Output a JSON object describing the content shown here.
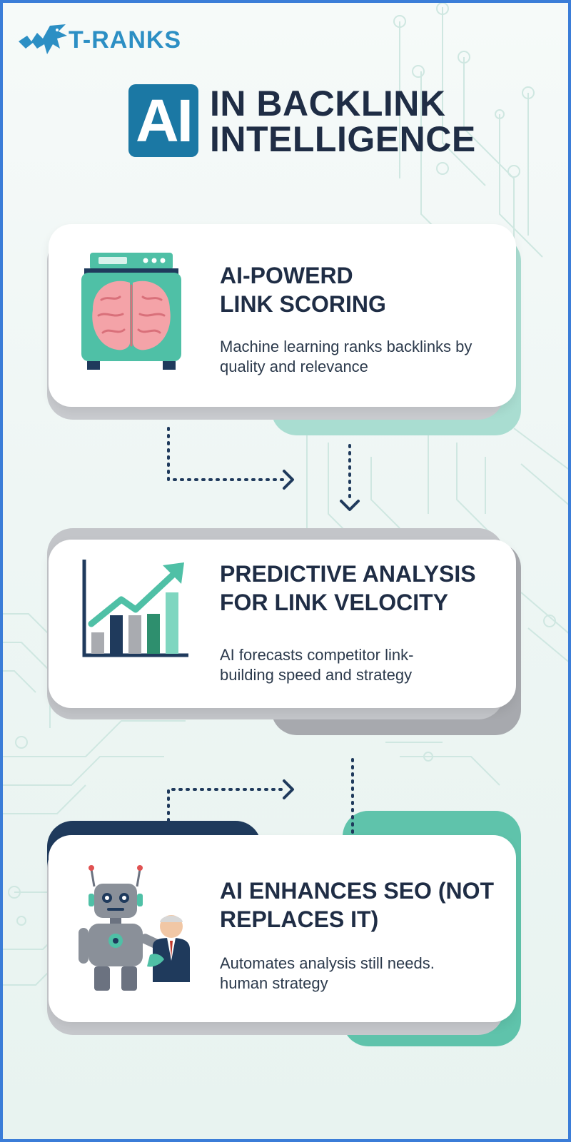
{
  "brand": {
    "name": "T-RANKS"
  },
  "title": {
    "badge": "AI",
    "line1": "IN BACKLINK",
    "line2": "INTELLIGENCE"
  },
  "cards": [
    {
      "title": "AI-POWERD\nLINK SCORING",
      "description": "Machine learning ranks backlinks by\nquality and relevance",
      "icon": "brain-machine-icon"
    },
    {
      "title": "PREDICTIVE ANALYSIS\nFOR LINK VELOCITY",
      "description": "AI forecasts competitor link-\nbuilding speed and strategy",
      "icon": "growth-chart-icon"
    },
    {
      "title": "AI ENHANCES SEO (NOT\nREPLACES IT)",
      "description": "Automates analysis still needs.\nhuman strategy",
      "icon": "robot-handshake-icon"
    }
  ],
  "colors": {
    "teal": "#4fc0a6",
    "mint": "#a7ddd0",
    "navy": "#1f3a5c",
    "gray": "#a9abb0",
    "logo_blue": "#2c8fc4",
    "badge_blue": "#1b78a4",
    "frame": "#3b7dd8"
  }
}
